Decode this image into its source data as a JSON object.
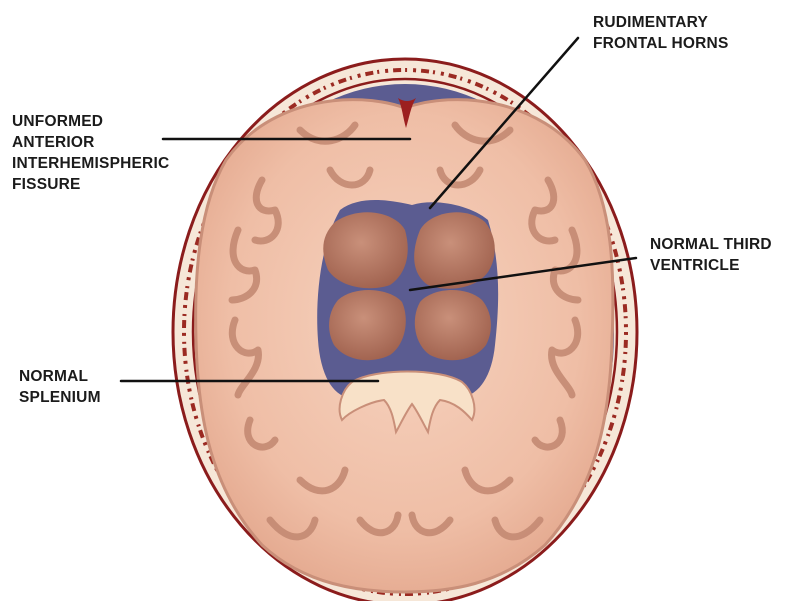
{
  "labels": {
    "unformed_fissure": [
      "UNFORMED",
      "ANTERIOR",
      "INTERHEMISPHERIC",
      "FISSURE"
    ],
    "frontal_horns": [
      "RUDIMENTARY",
      "FRONTAL HORNS"
    ],
    "third_ventricle": [
      "NORMAL THIRD",
      "VENTRICLE"
    ],
    "splenium": [
      "NORMAL",
      "SPLENIUM"
    ]
  },
  "colors": {
    "skull_outline": "#8b1c1c",
    "scalp_fill": "#f6e7d8",
    "csf": "#5b5c91",
    "brain": "#eebba2",
    "gyrus_outline": "#c98f79",
    "thalamus": "#b0705c",
    "splenium": "#f8e1c8",
    "leader_line": "#111111"
  }
}
